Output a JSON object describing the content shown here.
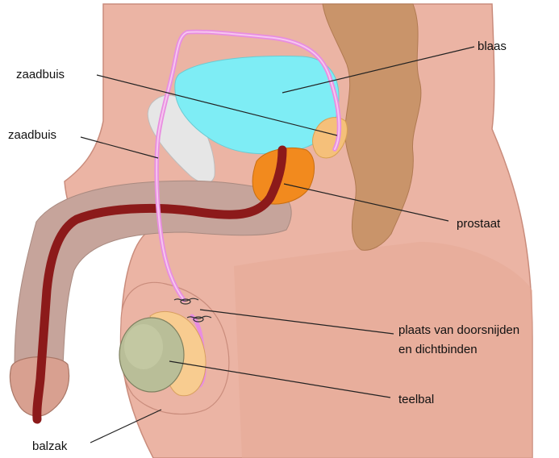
{
  "labels": {
    "blaas": "blaas",
    "zaadbuis_top": "zaadbuis",
    "zaadbuis_mid": "zaadbuis",
    "prostaat": "prostaat",
    "plaats_line1": "plaats van doorsnijden",
    "plaats_line2": "en dichtbinden",
    "teelbal": "teelbal",
    "balzak": "balzak"
  },
  "colors": {
    "skin": "#EBB4A4",
    "skin_shadow": "#D99A88",
    "outline": "#C98C7C",
    "bladder": "#7EEDF5",
    "prostate": "#F28A1E",
    "seminal_vesicle": "#F5C07A",
    "vas_deferens": "#E88DE0",
    "urethra": "#8C1A1A",
    "bone": "#E6E6E6",
    "rectum": "#C9946A",
    "testis": "#B9BE98",
    "epididymis": "#F8CC90",
    "penis_inner": "#C6A49B",
    "leader_line": "#222222"
  }
}
